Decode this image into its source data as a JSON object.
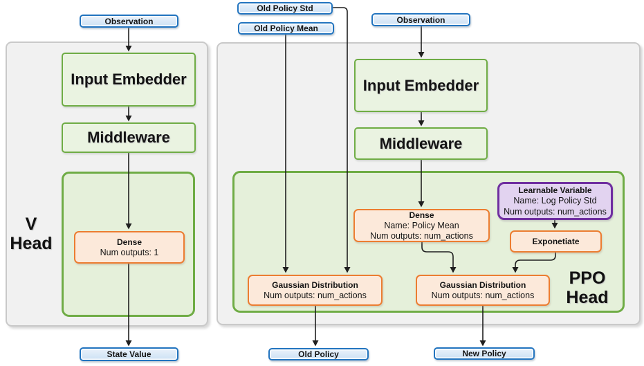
{
  "diagram": {
    "v_head": {
      "label_line1": "V",
      "label_line2": "Head",
      "observation": "Observation",
      "input_embedder": "Input Embedder",
      "middleware": "Middleware",
      "dense": {
        "title": "Dense",
        "line1": "Num outputs: 1"
      },
      "state_value": "State Value"
    },
    "ppo_head": {
      "label_line1": "PPO",
      "label_line2": "Head",
      "old_policy_std": "Old Policy Std",
      "old_policy_mean": "Old Policy Mean",
      "observation": "Observation",
      "input_embedder": "Input Embedder",
      "middleware": "Middleware",
      "dense": {
        "title": "Dense",
        "line1": "Name: Policy Mean",
        "line2": "Num outputs: num_actions"
      },
      "learnable_variable": {
        "title": "Learnable Variable",
        "line1": "Name: Log Policy Std",
        "line2": "Num outputs: num_actions"
      },
      "exponetiate": "Exponetiate",
      "gaussian_old": {
        "title": "Gaussian Distribution",
        "line1": "Num outputs: num_actions"
      },
      "gaussian_new": {
        "title": "Gaussian Distribution",
        "line1": "Num outputs: num_actions"
      },
      "old_policy": "Old Policy",
      "new_policy": "New Policy"
    },
    "colors": {
      "blue_border": "#2274BF",
      "blue_fill": "#DCE9F7",
      "green_border": "#6FAC45",
      "green_box_fill": "#EAF3E1",
      "green_panel_fill": "#E5F0DA",
      "orange_border": "#EC7D31",
      "orange_fill": "#FCE9DA",
      "purple_border": "#6F2FA0",
      "purple_fill": "#E2D3F0",
      "panel_fill": "#F1F1F1",
      "panel_border": "#C9C9C9",
      "arrow": "#1F1F1F"
    }
  }
}
